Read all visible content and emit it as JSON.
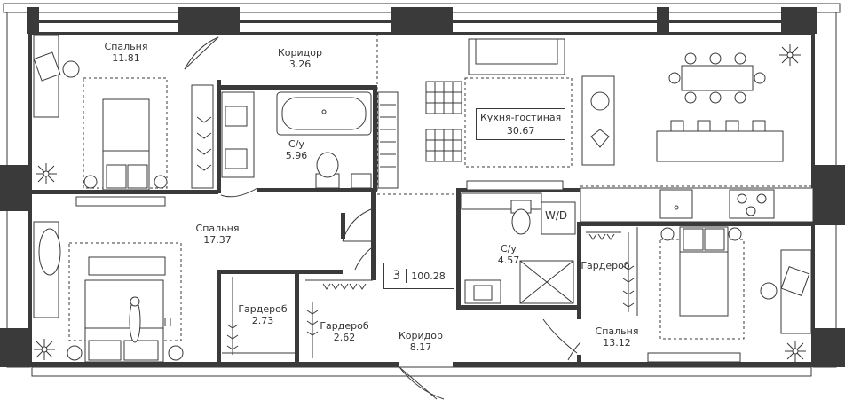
{
  "apartment": {
    "rooms": "3",
    "area": "100.28"
  },
  "rooms": [
    {
      "id": "bedroom-nw",
      "name": "Спальня",
      "area": "11.81"
    },
    {
      "id": "corridor-top",
      "name": "Коридор",
      "area": "3.26"
    },
    {
      "id": "bathroom-main",
      "name": "С/у",
      "area": "5.96"
    },
    {
      "id": "kitchen-living",
      "name": "Кухня-гостиная",
      "area": "30.67"
    },
    {
      "id": "bedroom-sw",
      "name": "Спальня",
      "area": "17.37"
    },
    {
      "id": "wardrobe-1",
      "name": "Гардероб",
      "area": "2.73"
    },
    {
      "id": "wardrobe-2",
      "name": "Гардероб",
      "area": "2.62"
    },
    {
      "id": "corridor-bottom",
      "name": "Коридор",
      "area": "8.17"
    },
    {
      "id": "bathroom-2",
      "name": "С/у",
      "area": "4.57"
    },
    {
      "id": "wardrobe-3",
      "name": "Гардероб",
      "area": ""
    },
    {
      "id": "bedroom-se",
      "name": "Спальня",
      "area": "13.12"
    }
  ],
  "appliances": {
    "washer_dryer": "W/D"
  },
  "icons": [
    "plant-icon",
    "desk-chair-icon",
    "bed-icon",
    "bathtub-icon",
    "toilet-icon",
    "sink-icon",
    "sofa-icon",
    "dining-table-icon",
    "stove-icon",
    "shower-icon"
  ]
}
